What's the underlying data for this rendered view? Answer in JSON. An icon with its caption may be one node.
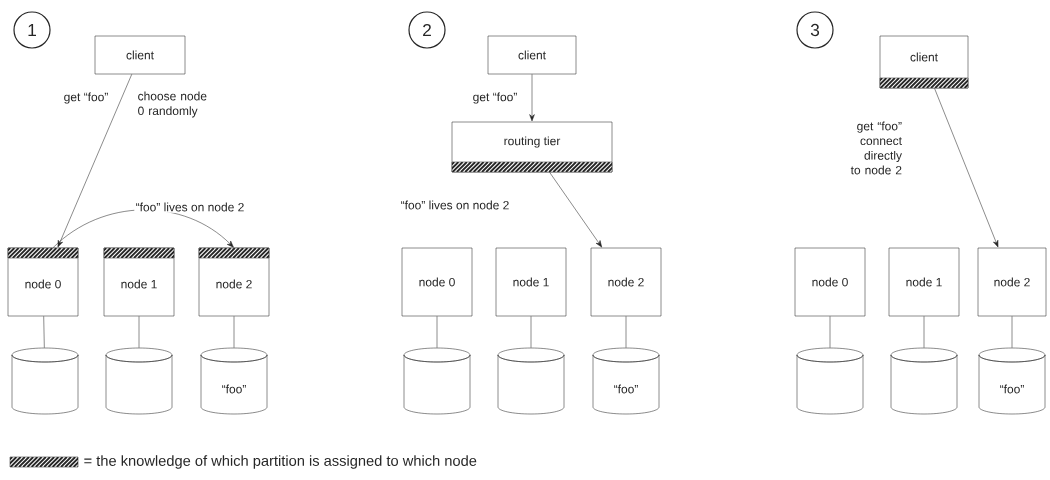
{
  "diagram": {
    "nodes": [
      {
        "text": [
          "1"
        ]
      },
      {
        "text": [
          "client"
        ]
      },
      {
        "text": [
          "node 0"
        ]
      },
      {
        "text": [
          "node 1"
        ]
      },
      {
        "text": [
          "node 2"
        ]
      },
      {
        "text": [],
        "shape": "cylinder"
      },
      {
        "text": [],
        "shape": "cylinder"
      },
      {
        "text": [
          "“foo”"
        ]
      },
      {
        "text": [
          "2"
        ]
      },
      {
        "text": [
          "client"
        ]
      },
      {
        "text": [
          "routing tier"
        ]
      },
      {
        "text": [
          "node 0"
        ]
      },
      {
        "text": [
          "node 1"
        ]
      },
      {
        "text": [
          "node 2"
        ]
      },
      {
        "text": [],
        "shape": "cylinder"
      },
      {
        "text": [],
        "shape": "cylinder"
      },
      {
        "text": [
          "“foo”"
        ]
      },
      {
        "text": [
          "3"
        ]
      },
      {
        "text": [
          "client"
        ]
      },
      {
        "text": [
          "node 0"
        ]
      },
      {
        "text": [
          "node 1"
        ]
      },
      {
        "text": [
          "node 2"
        ]
      },
      {
        "text": [],
        "shape": "cylinder"
      },
      {
        "text": [],
        "shape": "cylinder"
      },
      {
        "text": [
          "“foo”"
        ]
      }
    ],
    "edges": [
      {
        "from": 1,
        "to": 2,
        "arrow": "to",
        "label": "get “foo”"
      },
      {
        "from": 2,
        "to": 4,
        "arrow": "to",
        "label": "“foo” lives on node 2"
      },
      {
        "from": 2,
        "to": 5,
        "arrow": "none"
      },
      {
        "from": 3,
        "to": 6,
        "arrow": "none"
      },
      {
        "from": 4,
        "to": 7,
        "arrow": "none"
      },
      {
        "from": 9,
        "to": 10,
        "arrow": "to",
        "label": "get “foo”"
      },
      {
        "from": 10,
        "to": 13,
        "arrow": "to",
        "label": "“foo” lives on node 2"
      },
      {
        "from": 11,
        "to": 14,
        "arrow": "none"
      },
      {
        "from": 12,
        "to": 15,
        "arrow": "none"
      },
      {
        "from": 13,
        "to": 16,
        "arrow": "none"
      },
      {
        "from": 18,
        "to": 21,
        "arrow": "to",
        "label": "get “foo” connect directly to node 2"
      },
      {
        "from": 19,
        "to": 22,
        "arrow": "none"
      },
      {
        "from": 20,
        "to": 23,
        "arrow": "none"
      },
      {
        "from": 21,
        "to": 24,
        "arrow": "none"
      }
    ],
    "labels": [
      "choose node 0 randomly"
    ],
    "legend": [
      {
        "text": "= the knowledge of which partition is assigned to which node"
      }
    ]
  }
}
